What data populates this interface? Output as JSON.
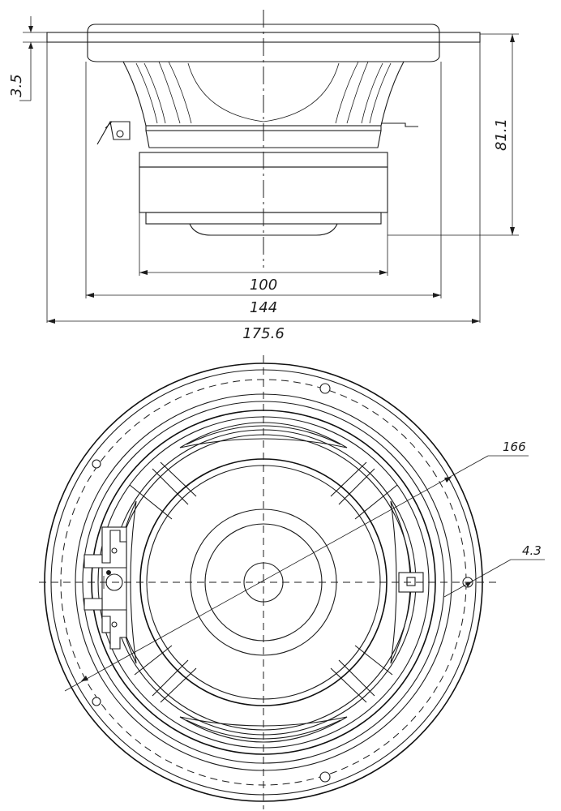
{
  "dimensions": {
    "flange_thickness": "3.5",
    "overall_depth": "81.1",
    "magnet_diameter": "100",
    "frame_diameter": "144",
    "overall_diameter": "175.6",
    "mounting_circle": "166",
    "mounting_hole": "4.3"
  }
}
